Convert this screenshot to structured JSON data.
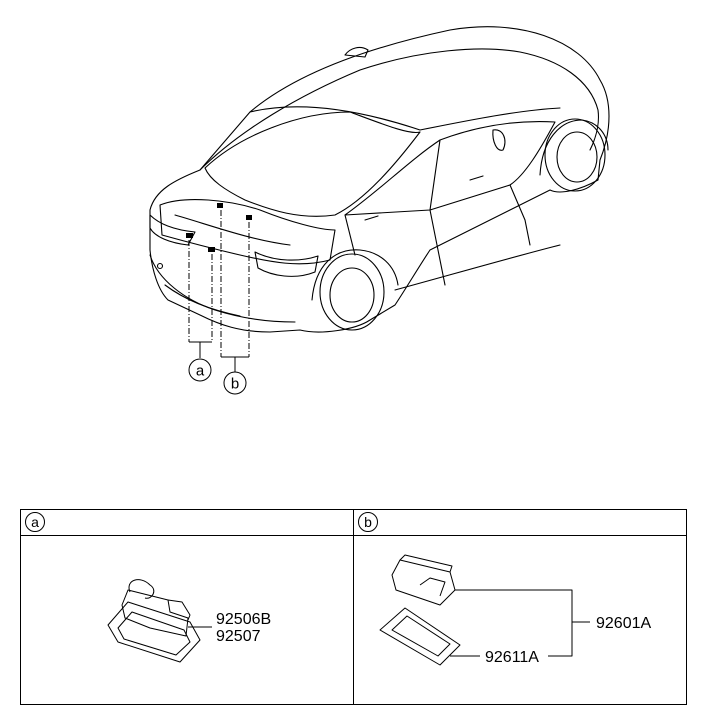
{
  "callouts": {
    "a": "a",
    "b": "b"
  },
  "table": {
    "header_a": "a",
    "header_b": "b",
    "panel_a": {
      "part_numbers": [
        "92506B",
        "92507"
      ]
    },
    "panel_b": {
      "part_lamp": "92601A",
      "part_housing": "92611A"
    }
  }
}
